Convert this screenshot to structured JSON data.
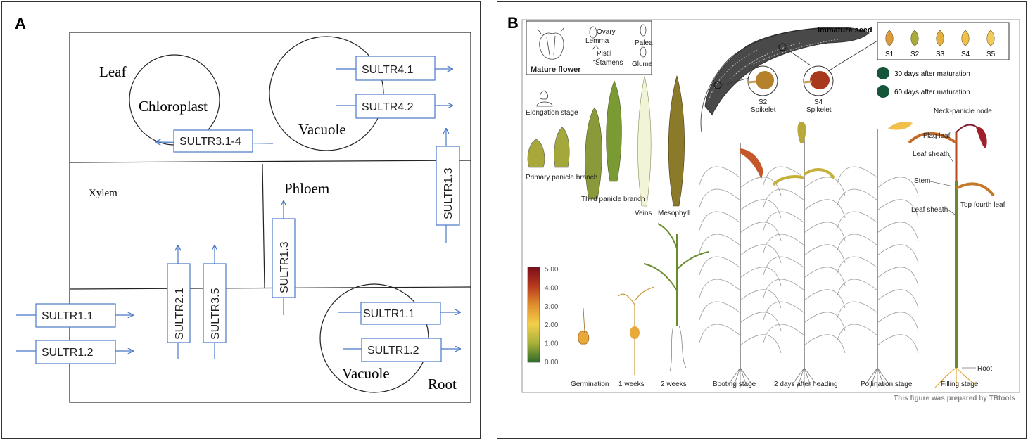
{
  "panel_a": {
    "letter": "A",
    "regions": {
      "leaf": "Leaf",
      "xylem": "Xylem",
      "phloem": "Phloem",
      "root": "Root"
    },
    "organelles": {
      "chloroplast": "Chloroplast",
      "vacuole_leaf": "Vacuole",
      "vacuole_root": "Vacuole"
    },
    "transporters": {
      "sultr41": "SULTR4.1",
      "sultr42": "SULTR4.2",
      "sultr314": "SULTR3.1-4",
      "sultr13_leaf": "SULTR1.3",
      "sultr13_phloem": "SULTR1.3",
      "sultr21": "SULTR2.1",
      "sultr35": "SULTR3.5",
      "sultr11_out": "SULTR1.1",
      "sultr12_out": "SULTR1.2",
      "sultr11_vac": "SULTR1.1",
      "sultr12_vac": "SULTR1.2"
    }
  },
  "panel_b": {
    "letter": "B",
    "flower": {
      "title": "Mature flower",
      "ovary": "Ovary",
      "lemma": "Lemma",
      "palea": "Palea",
      "pistil": "Pistil",
      "stamens": "Stamens",
      "glume": "Glume"
    },
    "seed": {
      "title": "Immature seed",
      "stages": [
        "S1",
        "S2",
        "S3",
        "S4",
        "S5"
      ],
      "colors": [
        "#e09a3a",
        "#a8aa3a",
        "#e6b03c",
        "#efc04a",
        "#f2cc5a"
      ],
      "after30": "30 days after maturation",
      "after60": "60 days after maturation",
      "dark_color": "#17553a"
    },
    "spikelets": [
      {
        "stage": "S2",
        "label": "Spikelet"
      },
      {
        "stage": "S4",
        "label": "Spikelet"
      }
    ],
    "tissues": {
      "elongation": "Elongation stage",
      "primary": "Primary panicle branch",
      "third": "Third panicle branch",
      "veins": "Veins",
      "mesophyll": "Mesophyll"
    },
    "scale": {
      "ticks": [
        "5.00",
        "4.00",
        "3.00",
        "2.00",
        "1.00",
        "0.00"
      ],
      "range": [
        0,
        5
      ],
      "colors": [
        "#7a0d1a",
        "#b83a1e",
        "#e0902e",
        "#f2d04a",
        "#a8b03a",
        "#2f6b2a"
      ]
    },
    "stages": [
      "Germination",
      "1 weeks",
      "2 weeks",
      "Booting stage",
      "2 days after heading",
      "Pollination stage",
      "Filling stage"
    ],
    "organs": {
      "neck": "Neck-panicle node",
      "flag": "Flag leaf",
      "sheath1": "Leaf sheath",
      "stem": "Stem",
      "top4": "Top fourth leaf",
      "sheath2": "Leaf sheath",
      "root": "Root"
    },
    "credit": "This figure was prepared by TBtools"
  }
}
